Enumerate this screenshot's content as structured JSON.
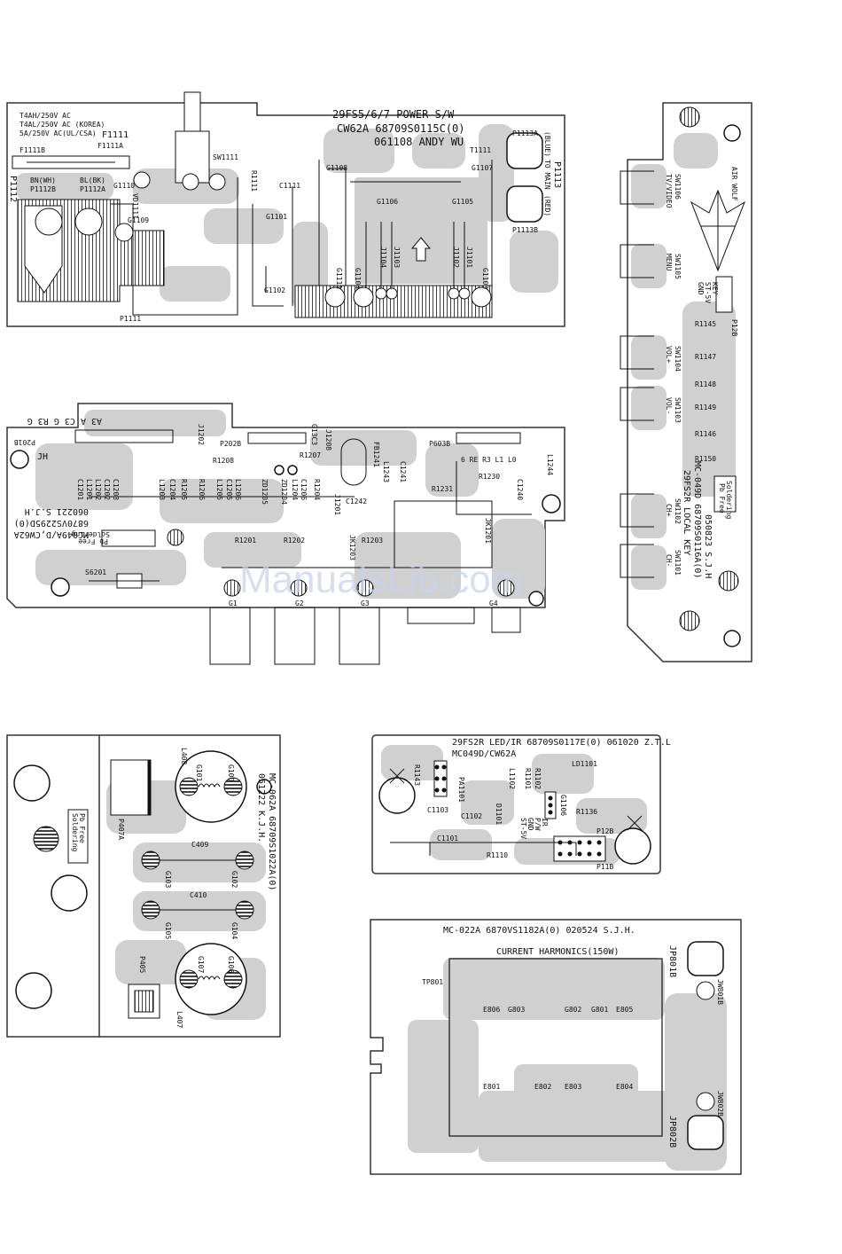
{
  "watermark": "ManualsLib.com",
  "power_board": {
    "title": "29FS5/6/7 POWER S/W",
    "code": "CW62A 68709S0115C(0)",
    "date": "061108 ANDY WU",
    "fuse_ratings": [
      "T4AH/250V AC",
      "T4AL/250V AC (KOREA)",
      "5A/250V AC(UL/CSA)"
    ],
    "labels": {
      "f1111": "F1111",
      "f1111a": "F1111A",
      "f1111b": "F1111B",
      "bn": "BN(WH)",
      "bl": "BL(BK)",
      "p1112b": "P1112B",
      "p1112a": "P1112A",
      "p1112": "P1112",
      "sw1111": "SW1111",
      "r1111": "R1111",
      "c1111": "C1111",
      "g1101": "G1101",
      "g1102": "G1102",
      "g1110": "G1110",
      "vd1111": "VD1111",
      "g1109": "G1109",
      "p1111": "P1111",
      "g1108": "G1108",
      "g1106": "G1106",
      "g1107": "G1107",
      "g1105": "G1105",
      "t1111": "T1111",
      "j1104": "J1104",
      "j1103": "J1103",
      "j1102": "J1102",
      "j1101": "J1101",
      "g1111": "G1111",
      "g1104": "G1104",
      "g1103": "G1103",
      "p1113a": "P1113A",
      "p1113b": "P1113B",
      "p1113": "P1113",
      "blue": "(BLUE)",
      "to_main": "TO MAIN",
      "red": "(RED)"
    }
  },
  "control_board": {
    "code_a": "MC049A/D,CW62A",
    "code_b": "6870VS2295D(0)",
    "date": "060221 S.J.H",
    "pb_free": [
      "Pb Free",
      "Soldering"
    ],
    "connector_pins": "A3 A C3 G R3 G",
    "labels": {
      "p201b": "P201B",
      "j1202": "J1202",
      "p202b": "P202B",
      "g13c3": "G13C3",
      "j1208": "J1208",
      "fb1241": "FB1241",
      "p603b": "P603B",
      "l1244": "L1244",
      "pins2": "6 RE R3 L1 L0",
      "c1201": "C1201",
      "l1201": "L1201",
      "l1202": "L1202",
      "c1202": "C1202",
      "c1203": "C1203",
      "l1203": "L1203",
      "c1204": "C1204",
      "r1205": "R1205",
      "r1206": "R1206",
      "l1205": "L1205",
      "c1205": "C1205",
      "l1206": "L1206",
      "zd1205": "ZD1205",
      "zd1204": "ZD1204",
      "l1204": "L1204",
      "c1206": "C1206",
      "r1204": "R1204",
      "r1208": "R1208",
      "r1207": "R1207",
      "j1201": "J1201",
      "c1242": "C1242",
      "l1243": "L1243",
      "c1241": "C1241",
      "r1231": "R1231",
      "r1230": "R1230",
      "c1240": "C1240",
      "jk1201": "JK1201",
      "jk1203": "JK1203",
      "r1201": "R1201",
      "r1202": "R1202",
      "r1203": "R1203",
      "s6201": "S6201",
      "g1": "G1",
      "g2": "G2",
      "g3": "G3",
      "g4": "G4",
      "jh": "JH"
    }
  },
  "local_key_board": {
    "title": "29FS2R LOCAL KEY",
    "code": "MC-049D 68709S0116A(0)",
    "date": "050823 S.J.H",
    "brand": "AIR WOLF",
    "pb_free": [
      "Pb Free",
      "Soldering"
    ],
    "keys": [
      {
        "name": "TV/VIDEO",
        "ref": "SW1106"
      },
      {
        "name": "MENU",
        "ref": "SW1105"
      },
      {
        "name": "VOL+",
        "ref": "SW1104"
      },
      {
        "name": "VOL-",
        "ref": "SW1103"
      },
      {
        "name": "CH+",
        "ref": "SW1102"
      },
      {
        "name": "CH-",
        "ref": "SW1101"
      }
    ],
    "connector": [
      "GND",
      "ST-5V",
      "KEY"
    ],
    "labels": {
      "p12b": "P12B",
      "r1145": "R1145",
      "r1147": "R1147",
      "r1148": "R1148",
      "r1149": "R1149",
      "r1146": "R1146",
      "r1150": "R1150"
    }
  },
  "coil_board": {
    "code": "MC-062A 68709S1022A(0)",
    "date": "051222 K.J.H.",
    "pb_free": [
      "Pb Free",
      "Soldering"
    ],
    "labels": {
      "l408": "L408",
      "g101": "G101",
      "g100": "G100",
      "p407a": "P407A",
      "c409": "C409",
      "g103": "G103",
      "g102": "G102",
      "c410": "C410",
      "g105": "G105",
      "g104": "G104",
      "p405": "P405",
      "g107": "G107",
      "g106": "G106",
      "l407": "L407"
    }
  },
  "led_ir_board": {
    "title": "29FS2R LED/IR 68709S0117E(0) 061020 Z.T.L",
    "code": "MC049D/CW62A",
    "labels": {
      "r1143": "R1143",
      "p1101": "PA1101",
      "l1102": "L1102",
      "r1101": "R1101",
      "r1102": "R1102",
      "ld1101": "LD1101",
      "c1103": "C1103",
      "c1102": "C1102",
      "d1101": "D1101",
      "g1106": "G1106",
      "r1136": "R1136",
      "c1101": "C1101",
      "st5v": "ST-5V",
      "gnd": "GND",
      "pw": "P/W",
      "ir": "IR",
      "p12b": "P12B",
      "p11b": "P11B",
      "r1110": "R1110"
    }
  },
  "harmonics_board": {
    "code": "MC-022A 6870VS1182A(0) 020524 S.J.H.",
    "title": "CURRENT HARMONICS(150W)",
    "labels": {
      "tp801": "TP801",
      "jp801b": "JP801B",
      "jw801b": "JW801B",
      "jp802b": "JP802B",
      "jw802b": "JW802B",
      "e806": "E806",
      "g803": "G803",
      "g802": "G802",
      "g801": "G801",
      "e805": "E805",
      "e801": "E801",
      "e802": "E802",
      "e803": "E803",
      "e804": "E804"
    }
  }
}
